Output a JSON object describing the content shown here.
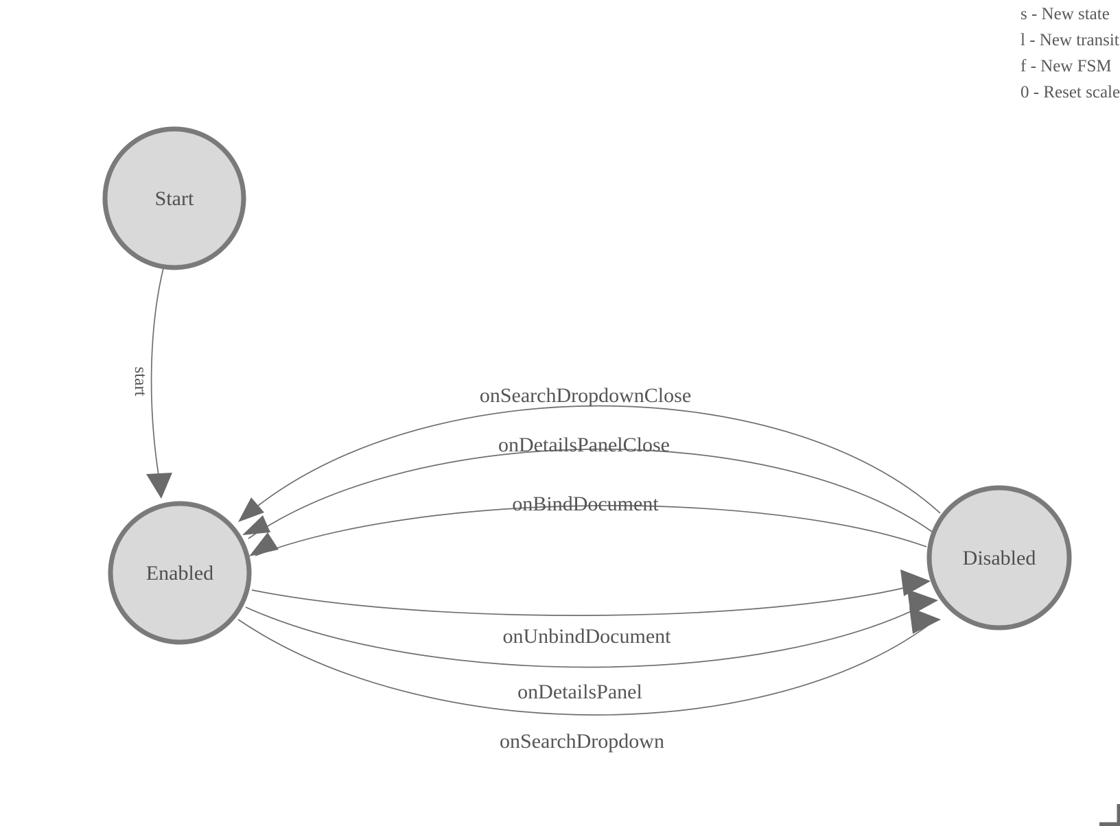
{
  "diagram": {
    "states": [
      {
        "id": "start",
        "label": "Start"
      },
      {
        "id": "enabled",
        "label": "Enabled"
      },
      {
        "id": "disabled",
        "label": "Disabled"
      }
    ],
    "transitions": [
      {
        "label": "start",
        "from": "Start",
        "to": "Enabled"
      },
      {
        "label": "onSearchDropdownClose",
        "from": "Disabled",
        "to": "Enabled"
      },
      {
        "label": "onDetailsPanelClose",
        "from": "Disabled",
        "to": "Enabled"
      },
      {
        "label": "onBindDocument",
        "from": "Disabled",
        "to": "Enabled"
      },
      {
        "label": "onUnbindDocument",
        "from": "Enabled",
        "to": "Disabled"
      },
      {
        "label": "onDetailsPanel",
        "from": "Enabled",
        "to": "Disabled"
      },
      {
        "label": "onSearchDropdown",
        "from": "Enabled",
        "to": "Disabled"
      }
    ]
  },
  "hints": {
    "lines": [
      "s - New state",
      "l - New transition",
      "f - New FSM",
      "0 - Reset scale"
    ]
  },
  "colors": {
    "background": "#ffffff",
    "state_fill": "#d9d9d9",
    "state_stroke": "#7a7a7a",
    "edge_stroke": "#6e6e6e",
    "arrow_fill": "#6a6a6a",
    "label_text": "#555555",
    "hint_text": "#595959"
  }
}
